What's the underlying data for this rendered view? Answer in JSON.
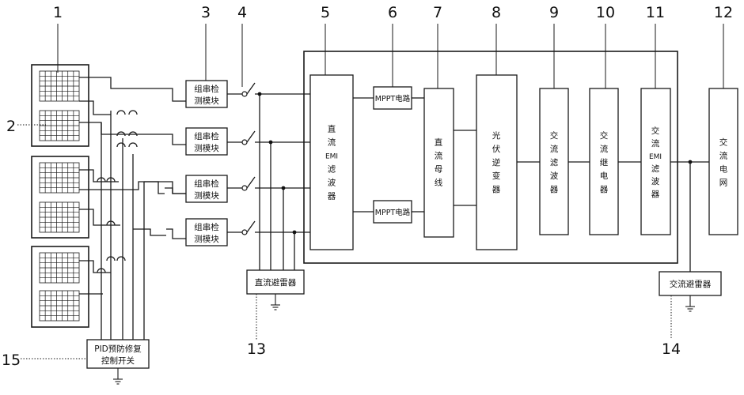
{
  "numbers": {
    "n1": "1",
    "n2": "2",
    "n3": "3",
    "n4": "4",
    "n5": "5",
    "n6": "6",
    "n7": "7",
    "n8": "8",
    "n9": "9",
    "n10": "10",
    "n11": "11",
    "n12": "12",
    "n13": "13",
    "n14": "14",
    "n15": "15"
  },
  "labels": {
    "string_detect_a": "组串检",
    "string_detect_b": "测模块",
    "mppt": "MPPT电路",
    "dc_arrester": "直流避雷器",
    "ac_arrester": "交流避雷器",
    "pid_a": "PID预防修复",
    "pid_b": "控制开关",
    "dc_emi": [
      "直",
      "流",
      "EMI",
      "滤",
      "波",
      "器"
    ],
    "dc_bus": [
      "直",
      "流",
      "母",
      "线"
    ],
    "inverter": [
      "光",
      "伏",
      "逆",
      "变",
      "器"
    ],
    "ac_filter": [
      "交",
      "流",
      "滤",
      "波",
      "器"
    ],
    "ac_relay": [
      "交",
      "流",
      "继",
      "电",
      "器"
    ],
    "ac_emi": [
      "交",
      "流",
      "EMI",
      "滤",
      "波",
      "器"
    ],
    "ac_grid": [
      "交",
      "流",
      "电",
      "网"
    ]
  }
}
